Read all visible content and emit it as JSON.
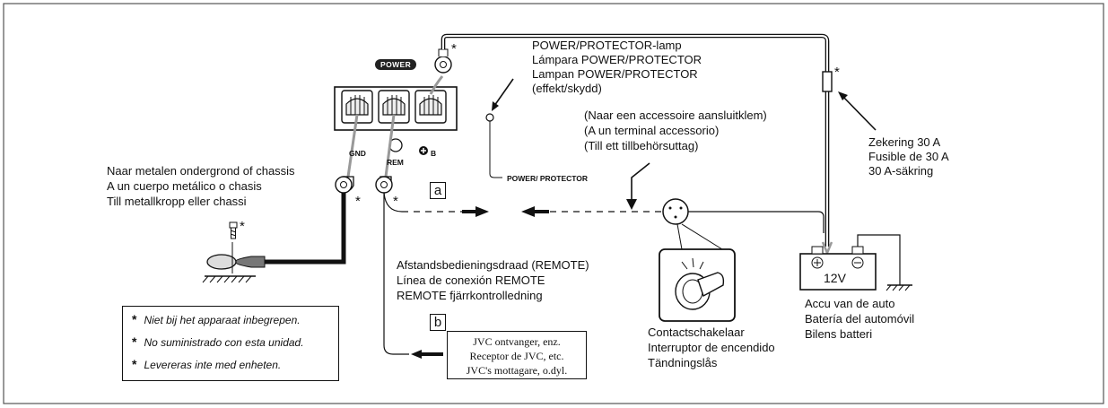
{
  "labels": {
    "power_badge": "POWER",
    "gnd": "GND",
    "rem": "REM",
    "b": "B",
    "power_protector_small": "POWER/ PROTECTOR",
    "marker_a": "a",
    "marker_b": "b",
    "asterisk": "*",
    "battery_voltage": "12V"
  },
  "lamp_callout": [
    "POWER/PROTECTOR-lamp",
    "Lámpara POWER/PROTECTOR",
    "Lampan POWER/PROTECTOR",
    "(effekt/skydd)"
  ],
  "accessory_callout": [
    "(Naar een accessoire aansluitklem)",
    "(A un terminal accessorio)",
    "(Till ett tillbehörsuttag)"
  ],
  "fuse_callout": [
    "Zekering 30 A",
    "Fusible de 30 A",
    "30 A-säkring"
  ],
  "chassis_callout": [
    "Naar metalen ondergrond of chassis",
    "A un cuerpo metálico o chasis",
    "Till metallkropp eller chassi"
  ],
  "remote_callout": [
    "Afstandsbedieningsdraad (REMOTE)",
    "Línea de conexión REMOTE",
    "REMOTE fjärrkontrolledning"
  ],
  "ignition_callout": [
    "Contactschakelaar",
    "Interruptor de encendido",
    "Tändningslås"
  ],
  "battery_callout": [
    "Accu van de auto",
    "Batería del automóvil",
    "Bilens batteri"
  ],
  "receiver_box": [
    "JVC ontvanger, enz.",
    "Receptor de JVC, etc.",
    "JVC's mottagare, o.dyl."
  ],
  "notes": {
    "symbol": "*",
    "lines": [
      "Niet bij het apparaat inbegrepen.",
      "No suministrado con esta unidad.",
      "Levereras inte med enheten."
    ]
  },
  "colors": {
    "line": "#111111",
    "border": "#555555",
    "background": "#ffffff"
  }
}
